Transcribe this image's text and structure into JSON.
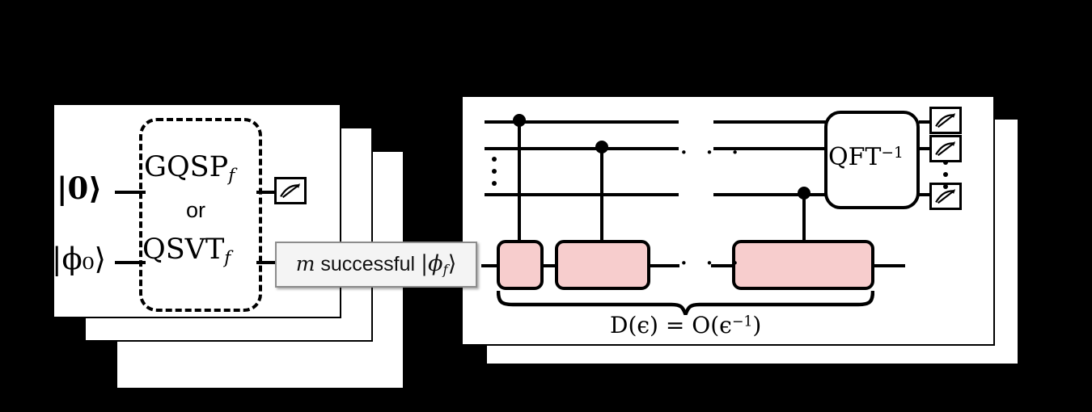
{
  "figure": {
    "background": "#000000",
    "accent_pink": "#f7cdcd",
    "card_fill": "#ffffff",
    "tooltip_fill": "#f4f4f4"
  },
  "left_panel": {
    "input_ket_ancilla": "|0⟩",
    "input_ket_state": "|ϕ₀⟩",
    "block_line1": "GQSP",
    "block_line1_sub": "f",
    "block_line2": "or",
    "block_line3": "QSVT",
    "block_line3_sub": "f",
    "measurement_icon": "measure-meter-icon"
  },
  "tooltip": {
    "prefix_symbol": "m",
    "text": "successful",
    "ket": "|ϕ_f⟩",
    "full": "m successful |ϕ_f⟩"
  },
  "right_panel": {
    "qft_label": "QFT",
    "qft_sup": "−1",
    "brace_label_main": "D(ϵ) = O(ϵ",
    "brace_label_sup": "−1",
    "brace_label_close": ")",
    "brace_label_full": "D(ϵ) = O(ϵ⁻¹)",
    "control_dots": 3,
    "pink_gates": 3,
    "measurement_icons": 3,
    "horizontal_ellipsis": "· · ·",
    "vertical_ellipsis": "⋮"
  }
}
